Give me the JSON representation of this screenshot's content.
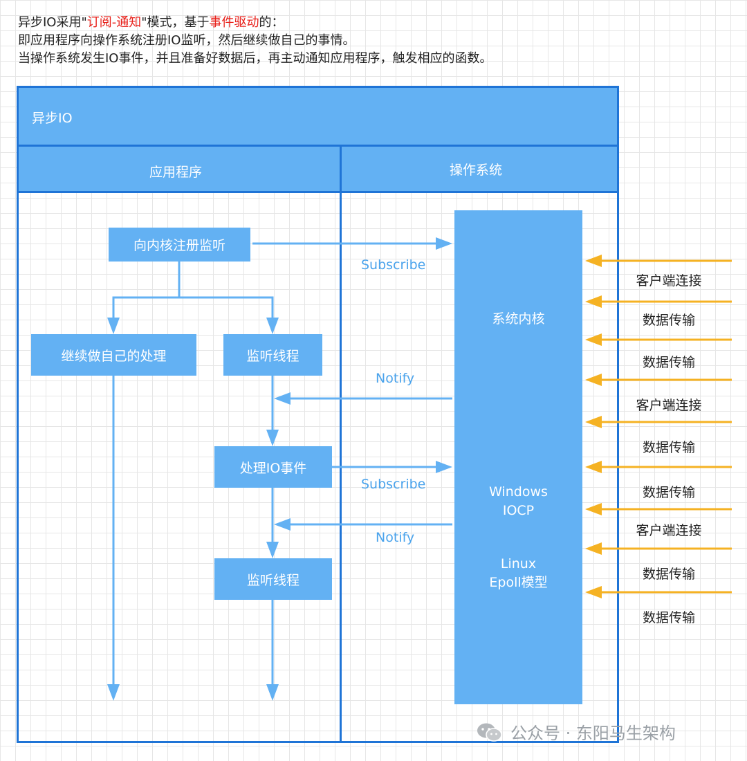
{
  "intro": {
    "line1_a": "异步IO采用\"",
    "line1_red1": "订阅-通知",
    "line1_b": "\"模式，基于",
    "line1_red2": "事件驱动",
    "line1_c": "的：",
    "line2": "即应用程序向操作系统注册IO监听，然后继续做自己的事情。",
    "line3": "当操作系统发生IO事件，并且准备好数据后，再主动通知应用程序，触发相应的函数。"
  },
  "diagram": {
    "title": "异步IO",
    "col_app": "应用程序",
    "col_os": "操作系统",
    "app": {
      "register": "向内核注册监听",
      "continue": "继续做自己的处理",
      "listen1": "监听线程",
      "handle": "处理IO事件",
      "listen2": "监听线程"
    },
    "edges": {
      "subscribe1": "Subscribe",
      "notify1": "Notify",
      "subscribe2": "Subscribe",
      "notify2": "Notify"
    },
    "kernel": {
      "title": "系统内核",
      "win1": "Windows",
      "win2": "IOCP",
      "linux1": "Linux",
      "linux2": "Epoll模型"
    },
    "incoming": [
      "客户端连接",
      "数据传输",
      "数据传输",
      "客户端连接",
      "数据传输",
      "数据传输",
      "客户端连接",
      "数据传输",
      "数据传输"
    ]
  },
  "watermark": {
    "text": "公众号 · 东阳马生架构",
    "icon": "wechat-icon"
  },
  "colors": {
    "frame": "#1f74d6",
    "box": "#63b1f3",
    "arrow_blue": "#63b1f3",
    "arrow_orange": "#f5b223",
    "highlight": "#e8201a"
  }
}
